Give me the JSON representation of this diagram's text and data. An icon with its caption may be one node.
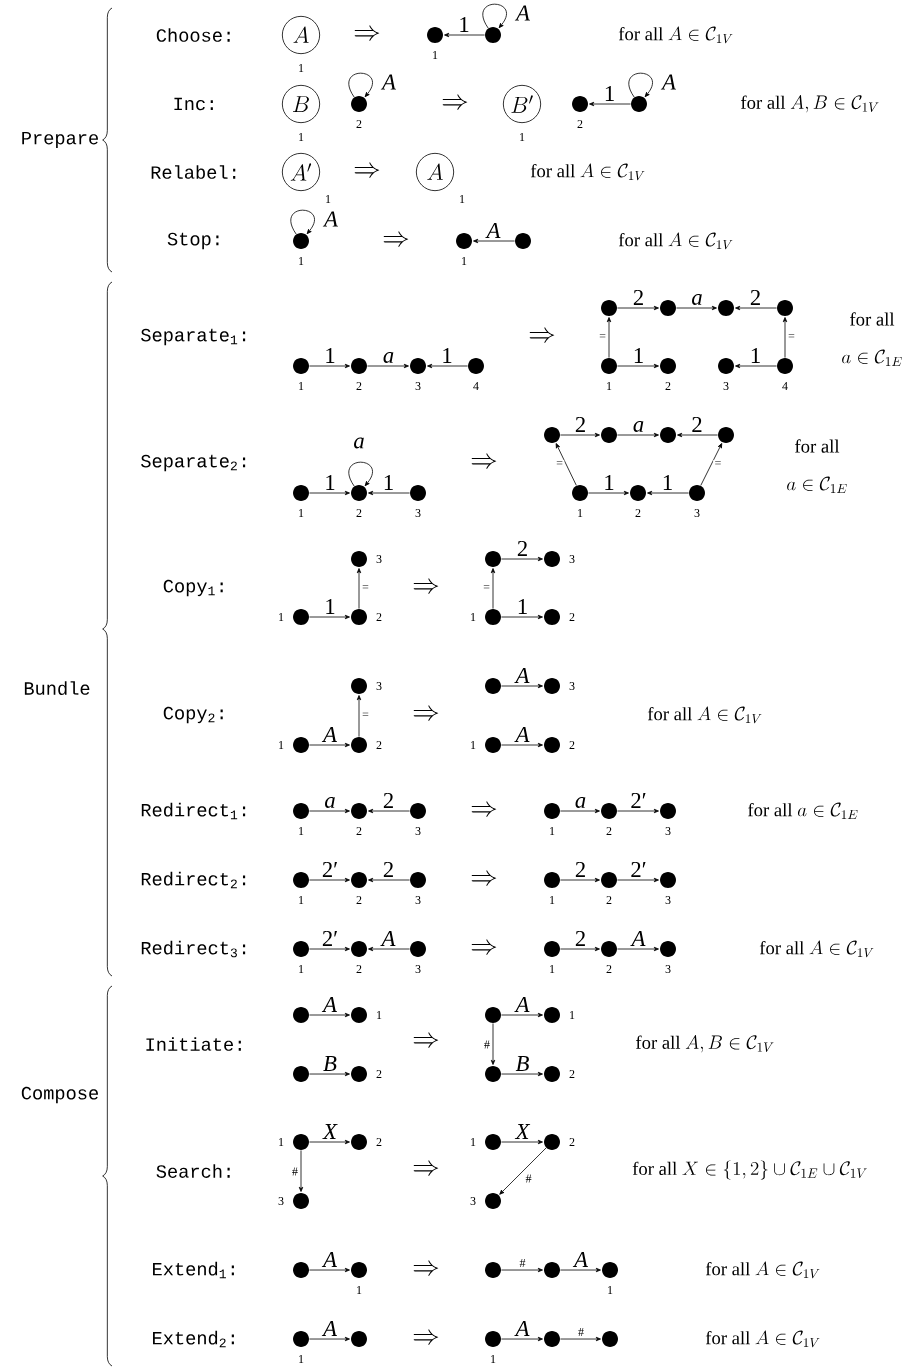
{
  "diagram": {
    "nodes": [
      {
        "text": [
          "A"
        ],
        "beside": [
          "1"
        ]
      },
      {
        "text": [],
        "shape": "circle",
        "beside": [
          "1"
        ]
      },
      {
        "text": [],
        "shape": "circle"
      },
      {
        "text": [
          "B"
        ],
        "beside": [
          "1"
        ]
      },
      {
        "text": [],
        "shape": "circle",
        "beside": [
          "2"
        ]
      },
      {
        "text": [
          "B'"
        ],
        "beside": [
          "1"
        ]
      },
      {
        "text": [],
        "shape": "circle",
        "beside": [
          "2"
        ]
      },
      {
        "text": [],
        "shape": "circle"
      },
      {
        "text": [
          "A'"
        ],
        "beside": [
          "1"
        ]
      },
      {
        "text": [
          "A"
        ],
        "beside": [
          "1"
        ]
      },
      {
        "text": [],
        "shape": "circle",
        "beside": [
          "1"
        ]
      },
      {
        "text": [],
        "shape": "circle",
        "beside": [
          "1"
        ]
      },
      {
        "text": [],
        "shape": "circle"
      },
      {
        "text": [],
        "shape": "circle",
        "beside": [
          "1"
        ]
      },
      {
        "text": [],
        "shape": "circle",
        "beside": [
          "2"
        ]
      },
      {
        "text": [],
        "shape": "circle",
        "beside": [
          "3"
        ]
      },
      {
        "text": [],
        "shape": "circle",
        "beside": [
          "4"
        ]
      },
      {
        "text": [],
        "shape": "circle"
      },
      {
        "text": [],
        "shape": "circle"
      },
      {
        "text": [],
        "shape": "circle"
      },
      {
        "text": [],
        "shape": "circle"
      },
      {
        "text": [],
        "shape": "circle",
        "beside": [
          "1"
        ]
      },
      {
        "text": [],
        "shape": "circle",
        "beside": [
          "2"
        ]
      },
      {
        "text": [],
        "shape": "circle",
        "beside": [
          "3"
        ]
      },
      {
        "text": [],
        "shape": "circle",
        "beside": [
          "4"
        ]
      },
      {
        "text": [],
        "shape": "circle",
        "beside": [
          "1"
        ]
      },
      {
        "text": [],
        "shape": "circle",
        "beside": [
          "2"
        ]
      },
      {
        "text": [],
        "shape": "circle",
        "beside": [
          "3"
        ]
      },
      {
        "text": [],
        "shape": "circle"
      },
      {
        "text": [],
        "shape": "circle"
      },
      {
        "text": [],
        "shape": "circle"
      },
      {
        "text": [],
        "shape": "circle"
      },
      {
        "text": [],
        "shape": "circle",
        "beside": [
          "1"
        ]
      },
      {
        "text": [],
        "shape": "circle",
        "beside": [
          "2"
        ]
      },
      {
        "text": [],
        "shape": "circle",
        "beside": [
          "3"
        ]
      },
      {
        "text": [],
        "shape": "circle",
        "beside": [
          "3"
        ]
      },
      {
        "text": [],
        "shape": "circle",
        "beside": [
          "1"
        ]
      },
      {
        "text": [],
        "shape": "circle",
        "beside": [
          "2"
        ]
      },
      {
        "text": [],
        "shape": "circle"
      },
      {
        "text": [],
        "shape": "circle",
        "beside": [
          "3"
        ]
      },
      {
        "text": [],
        "shape": "circle",
        "beside": [
          "1"
        ]
      },
      {
        "text": [],
        "shape": "circle",
        "beside": [
          "2"
        ]
      },
      {
        "text": [],
        "shape": "circle",
        "beside": [
          "3"
        ]
      },
      {
        "text": [],
        "shape": "circle",
        "beside": [
          "1"
        ]
      },
      {
        "text": [],
        "shape": "circle",
        "beside": [
          "2"
        ]
      },
      {
        "text": [],
        "shape": "circle"
      },
      {
        "text": [],
        "shape": "circle",
        "beside": [
          "3"
        ]
      },
      {
        "text": [],
        "shape": "circle",
        "beside": [
          "1"
        ]
      },
      {
        "text": [],
        "shape": "circle",
        "beside": [
          "2"
        ]
      },
      {
        "text": [],
        "shape": "circle",
        "beside": [
          "1"
        ]
      },
      {
        "text": [],
        "shape": "circle",
        "beside": [
          "2"
        ]
      },
      {
        "text": [],
        "shape": "circle",
        "beside": [
          "3"
        ]
      },
      {
        "text": [],
        "shape": "circle",
        "beside": [
          "1"
        ]
      },
      {
        "text": [],
        "shape": "circle",
        "beside": [
          "2"
        ]
      },
      {
        "text": [],
        "shape": "circle",
        "beside": [
          "3"
        ]
      },
      {
        "text": [],
        "shape": "circle",
        "beside": [
          "1"
        ]
      },
      {
        "text": [],
        "shape": "circle",
        "beside": [
          "2"
        ]
      },
      {
        "text": [],
        "shape": "circle",
        "beside": [
          "3"
        ]
      },
      {
        "text": [],
        "shape": "circle",
        "beside": [
          "1"
        ]
      },
      {
        "text": [],
        "shape": "circle",
        "beside": [
          "2"
        ]
      },
      {
        "text": [],
        "shape": "circle",
        "beside": [
          "3"
        ]
      },
      {
        "text": [],
        "shape": "circle",
        "beside": [
          "1"
        ]
      },
      {
        "text": [],
        "shape": "circle",
        "beside": [
          "2"
        ]
      },
      {
        "text": [],
        "shape": "circle",
        "beside": [
          "3"
        ]
      },
      {
        "text": [],
        "shape": "circle",
        "beside": [
          "1"
        ]
      },
      {
        "text": [],
        "shape": "circle",
        "beside": [
          "2"
        ]
      },
      {
        "text": [],
        "shape": "circle",
        "beside": [
          "3"
        ]
      },
      {
        "text": [],
        "shape": "circle"
      },
      {
        "text": [],
        "shape": "circle",
        "beside": [
          "1"
        ]
      },
      {
        "text": [],
        "shape": "circle"
      },
      {
        "text": [],
        "shape": "circle",
        "beside": [
          "2"
        ]
      },
      {
        "text": [],
        "shape": "circle"
      },
      {
        "text": [],
        "shape": "circle",
        "beside": [
          "1"
        ]
      },
      {
        "text": [],
        "shape": "circle"
      },
      {
        "text": [],
        "shape": "circle",
        "beside": [
          "2"
        ]
      },
      {
        "text": [],
        "shape": "circle",
        "beside": [
          "1"
        ]
      },
      {
        "text": [],
        "shape": "circle",
        "beside": [
          "2"
        ]
      },
      {
        "text": [],
        "shape": "circle",
        "beside": [
          "3"
        ]
      },
      {
        "text": [],
        "shape": "circle",
        "beside": [
          "1"
        ]
      },
      {
        "text": [],
        "shape": "circle",
        "beside": [
          "2"
        ]
      },
      {
        "text": [],
        "shape": "circle",
        "beside": [
          "3"
        ]
      },
      {
        "text": [],
        "shape": "circle"
      },
      {
        "text": [],
        "shape": "circle",
        "beside": [
          "1"
        ]
      },
      {
        "text": [],
        "shape": "circle"
      },
      {
        "text": [],
        "shape": "circle"
      },
      {
        "text": [],
        "shape": "circle",
        "beside": [
          "1"
        ]
      },
      {
        "text": [],
        "shape": "circle",
        "beside": [
          "1"
        ]
      },
      {
        "text": [],
        "shape": "circle"
      },
      {
        "text": [],
        "shape": "circle",
        "beside": [
          "1"
        ]
      },
      {
        "text": [],
        "shape": "circle"
      },
      {
        "text": [],
        "shape": "circle"
      }
    ],
    "edges": [
      {
        "from": 2,
        "to": 1,
        "arrow": "to",
        "label": "1"
      },
      {
        "from": 2,
        "to": 2,
        "arrow": "to",
        "label": "A"
      },
      {
        "from": 4,
        "to": 4,
        "arrow": "to",
        "label": "A"
      },
      {
        "from": 7,
        "to": 6,
        "arrow": "to",
        "label": "1"
      },
      {
        "from": 7,
        "to": 7,
        "arrow": "to",
        "label": "A"
      },
      {
        "from": 10,
        "to": 10,
        "arrow": "to",
        "label": "A"
      },
      {
        "from": 12,
        "to": 11,
        "arrow": "to",
        "label": "A"
      },
      {
        "from": 13,
        "to": 14,
        "arrow": "to",
        "label": "1"
      },
      {
        "from": 14,
        "to": 15,
        "arrow": "to",
        "label": "a"
      },
      {
        "from": 16,
        "to": 15,
        "arrow": "to",
        "label": "1"
      },
      {
        "from": 21,
        "to": 17,
        "arrow": "to",
        "label": "="
      },
      {
        "from": 17,
        "to": 18,
        "arrow": "to",
        "label": "2"
      },
      {
        "from": 18,
        "to": 19,
        "arrow": "to",
        "label": "a"
      },
      {
        "from": 20,
        "to": 19,
        "arrow": "to",
        "label": "2"
      },
      {
        "from": 24,
        "to": 20,
        "arrow": "to",
        "label": "="
      },
      {
        "from": 21,
        "to": 22,
        "arrow": "to",
        "label": "1"
      },
      {
        "from": 24,
        "to": 23,
        "arrow": "to",
        "label": "1"
      },
      {
        "from": 25,
        "to": 26,
        "arrow": "to",
        "label": "1"
      },
      {
        "from": 26,
        "to": 26,
        "arrow": "to",
        "label": "a"
      },
      {
        "from": 27,
        "to": 26,
        "arrow": "to",
        "label": "1"
      },
      {
        "from": 32,
        "to": 28,
        "arrow": "to",
        "label": "="
      },
      {
        "from": 28,
        "to": 29,
        "arrow": "to",
        "label": "2"
      },
      {
        "from": 29,
        "to": 30,
        "arrow": "to",
        "label": "a"
      },
      {
        "from": 31,
        "to": 30,
        "arrow": "to",
        "label": "2"
      },
      {
        "from": 34,
        "to": 31,
        "arrow": "to",
        "label": "="
      },
      {
        "from": 32,
        "to": 33,
        "arrow": "to",
        "label": "1"
      },
      {
        "from": 34,
        "to": 33,
        "arrow": "to",
        "label": "1"
      },
      {
        "from": 36,
        "to": 37,
        "arrow": "to",
        "label": "1"
      },
      {
        "from": 37,
        "to": 35,
        "arrow": "to",
        "label": "="
      },
      {
        "from": 40,
        "to": 38,
        "arrow": "to",
        "label": "="
      },
      {
        "from": 38,
        "to": 39,
        "arrow": "to",
        "label": "2"
      },
      {
        "from": 40,
        "to": 41,
        "arrow": "to",
        "label": "1"
      },
      {
        "from": 43,
        "to": 44,
        "arrow": "to",
        "label": "A"
      },
      {
        "from": 44,
        "to": 42,
        "arrow": "to",
        "label": "="
      },
      {
        "from": 45,
        "to": 46,
        "arrow": "to",
        "label": "A"
      },
      {
        "from": 47,
        "to": 48,
        "arrow": "to",
        "label": "A"
      },
      {
        "from": 49,
        "to": 50,
        "arrow": "to",
        "label": "a"
      },
      {
        "from": 51,
        "to": 50,
        "arrow": "to",
        "label": "2"
      },
      {
        "from": 52,
        "to": 53,
        "arrow": "to",
        "label": "a"
      },
      {
        "from": 53,
        "to": 54,
        "arrow": "to",
        "label": "2′"
      },
      {
        "from": 55,
        "to": 56,
        "arrow": "to",
        "label": "2′"
      },
      {
        "from": 57,
        "to": 56,
        "arrow": "to",
        "label": "2"
      },
      {
        "from": 58,
        "to": 59,
        "arrow": "to",
        "label": "2"
      },
      {
        "from": 59,
        "to": 60,
        "arrow": "to",
        "label": "2′"
      },
      {
        "from": 61,
        "to": 62,
        "arrow": "to",
        "label": "2′"
      },
      {
        "from": 63,
        "to": 62,
        "arrow": "to",
        "label": "A"
      },
      {
        "from": 64,
        "to": 65,
        "arrow": "to",
        "label": "2"
      },
      {
        "from": 65,
        "to": 66,
        "arrow": "to",
        "label": "A"
      },
      {
        "from": 67,
        "to": 68,
        "arrow": "to",
        "label": "A"
      },
      {
        "from": 69,
        "to": 70,
        "arrow": "to",
        "label": "B"
      },
      {
        "from": 71,
        "to": 73,
        "arrow": "to",
        "label": "#"
      },
      {
        "from": 71,
        "to": 72,
        "arrow": "to",
        "label": "A"
      },
      {
        "from": 73,
        "to": 74,
        "arrow": "to",
        "label": "B"
      },
      {
        "from": 75,
        "to": 76,
        "arrow": "to",
        "label": "X"
      },
      {
        "from": 75,
        "to": 77,
        "arrow": "to",
        "label": "#"
      },
      {
        "from": 78,
        "to": 79,
        "arrow": "to",
        "label": "X"
      },
      {
        "from": 79,
        "to": 80,
        "arrow": "to",
        "label": "#"
      },
      {
        "from": 81,
        "to": 82,
        "arrow": "to",
        "label": "A"
      },
      {
        "from": 83,
        "to": 84,
        "arrow": "to",
        "label": "#"
      },
      {
        "from": 84,
        "to": 85,
        "arrow": "to",
        "label": "A"
      },
      {
        "from": 86,
        "to": 87,
        "arrow": "to",
        "label": "A"
      },
      {
        "from": 88,
        "to": 89,
        "arrow": "to",
        "label": "A"
      },
      {
        "from": 89,
        "to": 90,
        "arrow": "to",
        "label": "#"
      }
    ],
    "labels": [
      "Prepare",
      "Choose:",
      "\\Rightarrow",
      "\\text{for all } A \\in \\mathcal{C}_{1V}",
      "Inc:",
      "\\Rightarrow",
      "\\text{for all } A, B \\in \\mathcal{C}_{1V}",
      "Relabel:",
      "\\Rightarrow",
      "\\text{for all } A \\in \\mathcal{C}_{1V}",
      "Stop:",
      "\\Rightarrow",
      "\\text{for all } A \\in \\mathcal{C}_{1V}",
      "Bundle",
      "Separate$_{1}$:",
      "\\Rightarrow",
      "\\text{for all}",
      "a \\in \\mathcal{C}_{1E}",
      "Separate$_{2}$:",
      "\\Rightarrow",
      "\\text{for all}",
      "a \\in \\mathcal{C}_{1E}",
      "Copy$_{1}$:",
      "\\Rightarrow",
      "Copy$_{2}$:",
      "\\Rightarrow",
      "\\text{for all } A \\in \\mathcal{C}_{1V}",
      "Redirect$_{1}$:",
      "\\Rightarrow",
      "\\text{for all } a \\in \\mathcal{C}_{1E}",
      "Redirect$_{2}$:",
      "\\Rightarrow",
      "Redirect$_{3}$:",
      "\\Rightarrow",
      "\\text{for all } A \\in \\mathcal{C}_{1V}",
      "Compose",
      "Initiate:",
      "\\Rightarrow",
      "\\text{for all } A, B \\in \\mathcal{C}_{1V}",
      "Search:",
      "\\Rightarrow",
      "\\text{for all } X \\in \\{1,2\\} \\cup \\mathcal{C}_{1E} \\cup \\mathcal{C}_{1V}",
      "Extend$_{1}$:",
      "\\Rightarrow",
      "\\text{for all } A \\in \\mathcal{C}_{1V}",
      "Extend$_{2}$:",
      "\\Rightarrow",
      "\\text{for all } A \\in \\mathcal{C}_{1V}"
    ]
  }
}
